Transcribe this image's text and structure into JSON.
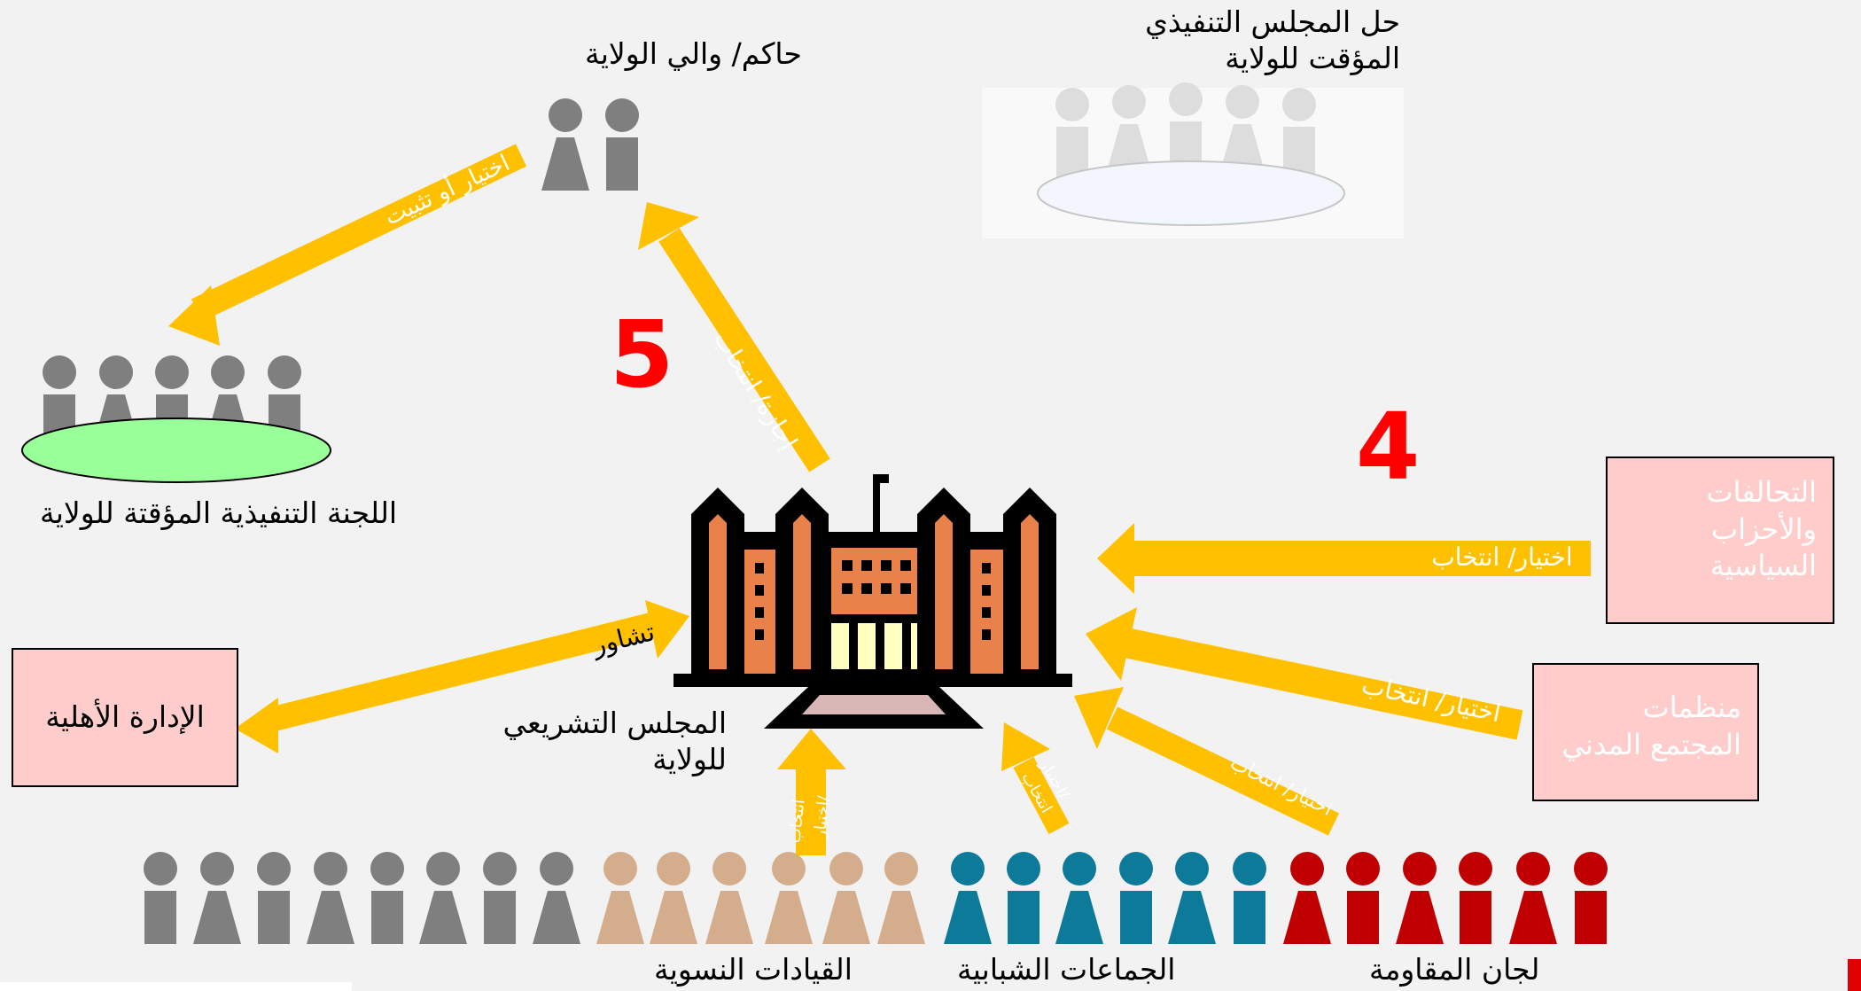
{
  "nodes": {
    "governor": "حاكم/ والي الولاية",
    "dissolve_council": "حل المجلس التنفيذي المؤقت للولاية",
    "interim_committee": "اللجنة التنفيذية المؤقتة للولاية",
    "legislative_council": "المجلس التشريعي للولاية",
    "civil_admin": "الإدارة الأهلية",
    "parties": "التحالفات والأحزاب السياسية",
    "civil_society": "منظمات المجتمع المدني",
    "women": "القيادات النسوية",
    "youth": "الجماعات الشبابية",
    "resistance": "لجان المقاومة"
  },
  "edges": {
    "select_appoint": "اختيار أو تثبيت",
    "approve_elect": "إجازة/ انتخاب",
    "consult": "تشاور",
    "select_elect": "اختيار/ انتخاب",
    "select": "اختيار/",
    "elect": "انتخاب"
  },
  "markers": {
    "n4": "4",
    "n5": "5"
  },
  "colors": {
    "arrow": "#ffc000",
    "red_number": "#ff0000",
    "box_fill": "#ffcccc",
    "gray_person": "#7f7f7f",
    "tan_person": "#d4ae8c",
    "teal_person": "#0e7a9a",
    "red_person": "#c00000",
    "committee_table": "#99ff99",
    "faded_table": "#f3f6fd",
    "building_orange": "#e8824a",
    "building_window": "#ffffc0"
  },
  "icons": [
    "person-icon",
    "building-icon",
    "table-icon"
  ]
}
